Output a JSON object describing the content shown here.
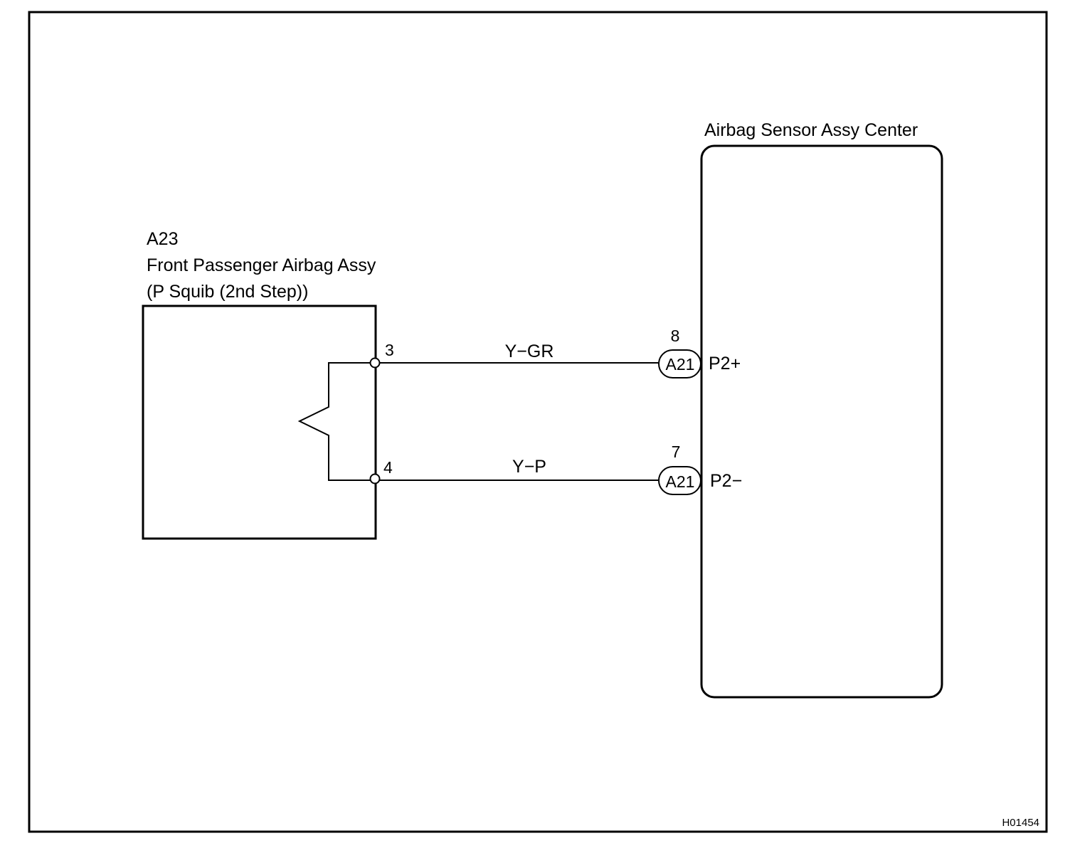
{
  "drawing_id": "H01454",
  "line_color": "#000000",
  "background_color": "#ffffff",
  "components": {
    "squib": {
      "code": "A23",
      "name": "Front Passenger Airbag Assy",
      "detail": "(P Squib (2nd Step))"
    },
    "sensor": {
      "name": "Airbag Sensor Assy Center"
    }
  },
  "wires": [
    {
      "color_code": "Y−GR",
      "from_pin": "3",
      "to_pin": "8",
      "connector": "A21",
      "terminal": "P2+"
    },
    {
      "color_code": "Y−P",
      "from_pin": "4",
      "to_pin": "7",
      "connector": "A21",
      "terminal": "P2−"
    }
  ]
}
